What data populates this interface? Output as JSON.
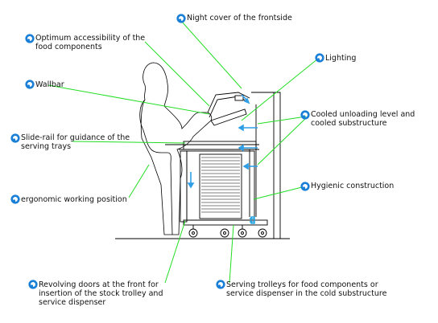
{
  "labels": {
    "night_cover": "Night cover of the frontside",
    "optimum_accessibility": [
      "Optimum accessibility of the",
      "food components"
    ],
    "lighting": "Lighting",
    "wallbar": "Wallbar",
    "cooled_unloading": [
      "Cooled unloading level and",
      "cooled substructure"
    ],
    "slide_rail": [
      "Slide-rail for guidance of the",
      "serving trays"
    ],
    "hygienic": "Hygienic construction",
    "ergonomic": "ergonomic working position",
    "revolving_doors": [
      "Revolving doors at the front for",
      "insertion of the stock trolley and",
      "service dispenser"
    ],
    "serving_trolleys": [
      "Serving trolleys for food components or",
      "service dispenser in the cold substructure"
    ]
  },
  "colors": {
    "leader_line": "#22dd22",
    "bullet_ring": "#1a7fd6",
    "arrow": "#2f9ee6",
    "drawing": "#000000",
    "trolley": "#1aa0e0"
  },
  "icons": {
    "bullet": "ring-bullet-icon",
    "arrow": "airflow-arrow-icon"
  }
}
